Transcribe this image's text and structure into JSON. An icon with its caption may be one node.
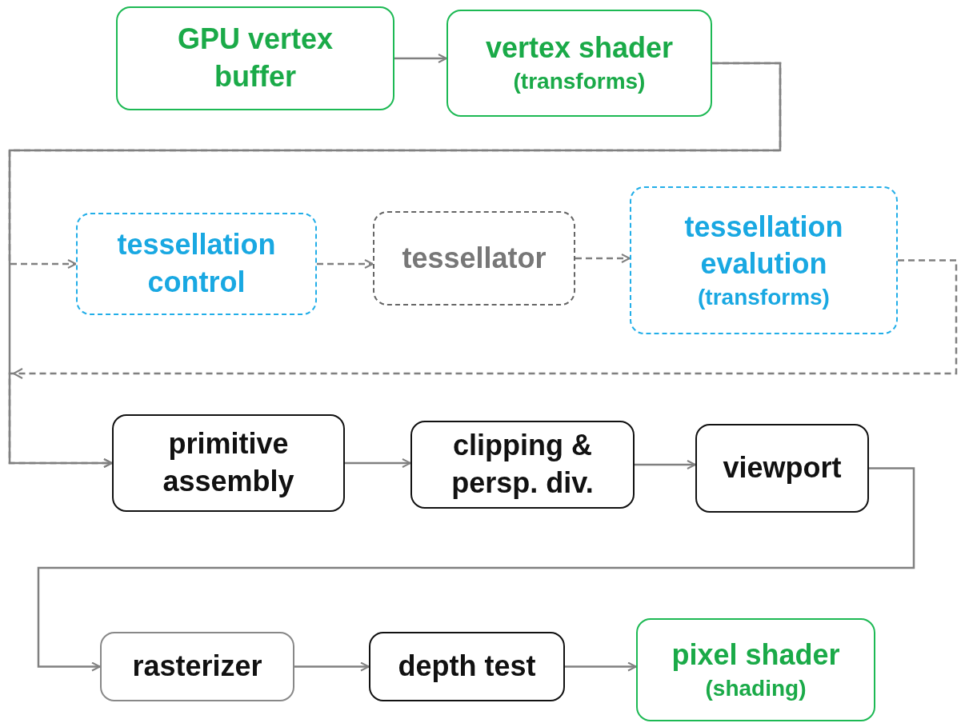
{
  "diagram": {
    "nodes": [
      {
        "text": [
          "GPU vertex buffer"
        ]
      },
      {
        "text": [
          "vertex shader",
          "(transforms)"
        ]
      },
      {
        "text": [
          "tessellation control"
        ]
      },
      {
        "text": [
          "tessellator"
        ]
      },
      {
        "text": [
          "tessellation evalution",
          "(transforms)"
        ]
      },
      {
        "text": [
          "primitive assembly"
        ]
      },
      {
        "text": [
          "clipping & persp. div."
        ]
      },
      {
        "text": [
          "viewport"
        ]
      },
      {
        "text": [
          "rasterizer"
        ]
      },
      {
        "text": [
          "depth test"
        ]
      },
      {
        "text": [
          "pixel shader",
          "(shading)"
        ]
      }
    ],
    "edges": [
      {
        "from": 0,
        "to": 1,
        "arrow": "to"
      },
      {
        "from": 1,
        "to": 5,
        "arrow": "to"
      },
      {
        "from": 1,
        "to": 2,
        "arrow": "to",
        "style": "dashed"
      },
      {
        "from": 2,
        "to": 3,
        "arrow": "to",
        "style": "dashed"
      },
      {
        "from": 3,
        "to": 4,
        "arrow": "to",
        "style": "dashed"
      },
      {
        "from": 4,
        "to": 5,
        "arrow": "to",
        "style": "dashed"
      },
      {
        "from": 5,
        "to": 6,
        "arrow": "to"
      },
      {
        "from": 6,
        "to": 7,
        "arrow": "to"
      },
      {
        "from": 7,
        "to": 8,
        "arrow": "to"
      },
      {
        "from": 8,
        "to": 9,
        "arrow": "to"
      },
      {
        "from": 9,
        "to": 10,
        "arrow": "to"
      }
    ]
  }
}
